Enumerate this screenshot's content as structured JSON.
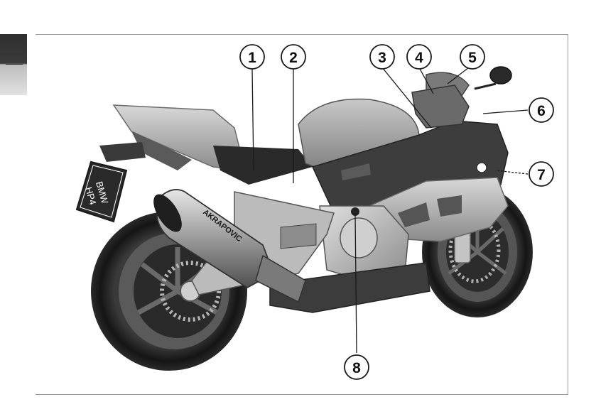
{
  "callouts": [
    "1",
    "2",
    "3",
    "4",
    "5",
    "6",
    "7",
    "8"
  ],
  "license_plate": {
    "line1": "BMW",
    "line2": "HP4"
  },
  "exhaust_brand": "AKRAPOVIC",
  "colors": {
    "frame_border": "#9a9a9a",
    "tab_dark": "#2f2f2f",
    "tab_light": "#e2e2e2"
  }
}
